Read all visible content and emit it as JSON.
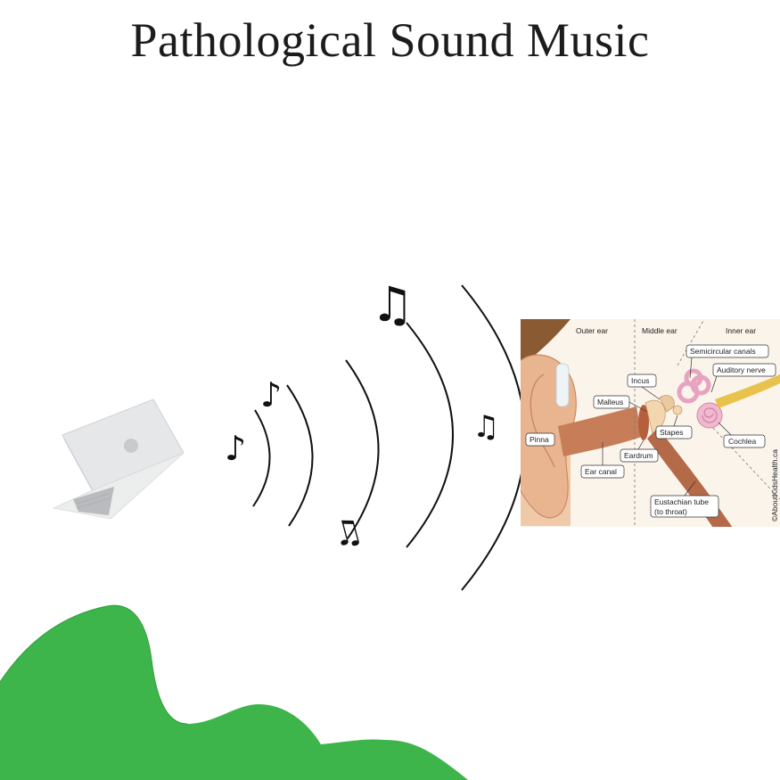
{
  "title": "Pathological Sound Music",
  "colors": {
    "accent": "#3db54a",
    "skin": "#e9b590",
    "canal": "#c77d57",
    "bone": "#f2d6b0",
    "cochlea": "#f0b9cf",
    "nerve": "#e8c24a"
  },
  "icons": {
    "laptop": "laptop-icon",
    "notes": "music-note-icon"
  },
  "ear": {
    "sections": [
      "Outer ear",
      "Middle ear",
      "Inner ear"
    ],
    "labels": {
      "semicircular": "Semicircular canals",
      "auditory": "Auditory nerve",
      "incus": "Incus",
      "malleus": "Malleus",
      "stapes": "Stapes",
      "cochlea": "Cochlea",
      "pinna": "Pinna",
      "eardrum": "Eardrum",
      "canal": "Ear canal",
      "eustachian1": "Eustachian tube",
      "eustachian2": "(to throat)"
    },
    "watermark": "©AboutKidsHealth.ca"
  },
  "notes": [
    "♪",
    "♪",
    "♫",
    "♫",
    "♫"
  ]
}
